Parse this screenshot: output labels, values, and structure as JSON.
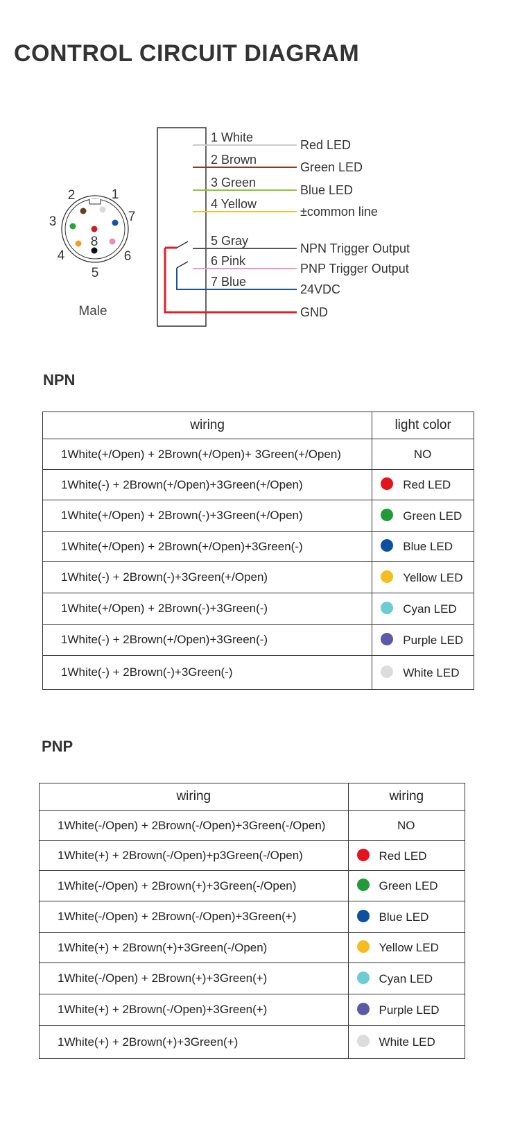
{
  "title": "CONTROL CIRCUIT DIAGRAM",
  "connector": {
    "label": "Male",
    "pins": [
      {
        "num": "1",
        "color": "#d9d9d9"
      },
      {
        "num": "2",
        "color": "#6b3a1f"
      },
      {
        "num": "3",
        "color": "#2aa33a"
      },
      {
        "num": "4",
        "color": "#f0a020"
      },
      {
        "num": "5",
        "color": "#111111"
      },
      {
        "num": "6",
        "color": "#e88cb8"
      },
      {
        "num": "7",
        "color": "#1652a3"
      },
      {
        "num": "8",
        "color": "#cc1f1f"
      }
    ]
  },
  "wires": [
    {
      "wire": "1 White",
      "func": "Red LED",
      "color": "#cccccc"
    },
    {
      "wire": "2 Brown",
      "func": "Green LED",
      "color": "#8b3a1e"
    },
    {
      "wire": "3 Green",
      "func": "Blue LED",
      "color": "#8cc63f"
    },
    {
      "wire": "4 Yellow",
      "func": "±common line",
      "color": "#f2c230"
    },
    {
      "wire": "5 Gray",
      "func": "NPN Trigger Output",
      "color": "#555555"
    },
    {
      "wire": "6 Pink",
      "func": "PNP Trigger Output",
      "color": "#e89ac0"
    },
    {
      "wire": "7 Blue",
      "func": "24VDC",
      "color": "#1552a8"
    },
    {
      "wire": "",
      "func": "GND",
      "color": "#e31f26"
    }
  ],
  "npn": {
    "title": "NPN",
    "headers": [
      "wiring",
      "light color"
    ],
    "rows": [
      {
        "wiring": "1White(+/Open) + 2Brown(+/Open)+ 3Green(+/Open)",
        "light": "NO",
        "color": ""
      },
      {
        "wiring": "1White(-) + 2Brown(+/Open)+3Green(+/Open)",
        "light": "Red LED",
        "color": "#e3141b"
      },
      {
        "wiring": "1White(+/Open) + 2Brown(-)+3Green(+/Open)",
        "light": "Green LED",
        "color": "#229a3a"
      },
      {
        "wiring": "1White(+/Open) + 2Brown(+/Open)+3Green(-)",
        "light": "Blue LED",
        "color": "#0d4fa0"
      },
      {
        "wiring": "1White(-) + 2Brown(-)+3Green(+/Open)",
        "light": "Yellow LED",
        "color": "#f5bd1e"
      },
      {
        "wiring": "1White(+/Open) + 2Brown(-)+3Green(-)",
        "light": "Cyan LED",
        "color": "#6ccbd4"
      },
      {
        "wiring": "1White(-) + 2Brown(+/Open)+3Green(-)",
        "light": "Purple LED",
        "color": "#5c5aa8"
      },
      {
        "wiring": "1White(-) + 2Brown(-)+3Green(-)",
        "light": "White LED",
        "color": "#dcdcdc"
      }
    ]
  },
  "pnp": {
    "title": "PNP",
    "headers": [
      "wiring",
      "wiring"
    ],
    "rows": [
      {
        "wiring": "1White(-/Open) + 2Brown(-/Open)+3Green(-/Open)",
        "light": "NO",
        "color": ""
      },
      {
        "wiring": "1White(+) + 2Brown(-/Open)+p3Green(-/Open)",
        "light": "Red LED",
        "color": "#e3141b"
      },
      {
        "wiring": "1White(-/Open) + 2Brown(+)+3Green(-/Open)",
        "light": "Green LED",
        "color": "#229a3a"
      },
      {
        "wiring": "1White(-/Open) + 2Brown(-/Open)+3Green(+)",
        "light": "Blue LED",
        "color": "#0d4fa0"
      },
      {
        "wiring": "1White(+) + 2Brown(+)+3Green(-/Open)",
        "light": "Yellow LED",
        "color": "#f5bd1e"
      },
      {
        "wiring": "1White(-/Open) + 2Brown(+)+3Green(+)",
        "light": "Cyan LED",
        "color": "#6ccbd4"
      },
      {
        "wiring": "1White(+) + 2Brown(-/Open)+3Green(+)",
        "light": "Purple LED",
        "color": "#5c5aa8"
      },
      {
        "wiring": "1White(+) + 2Brown(+)+3Green(+)",
        "light": "White LED",
        "color": "#dcdcdc"
      }
    ]
  }
}
